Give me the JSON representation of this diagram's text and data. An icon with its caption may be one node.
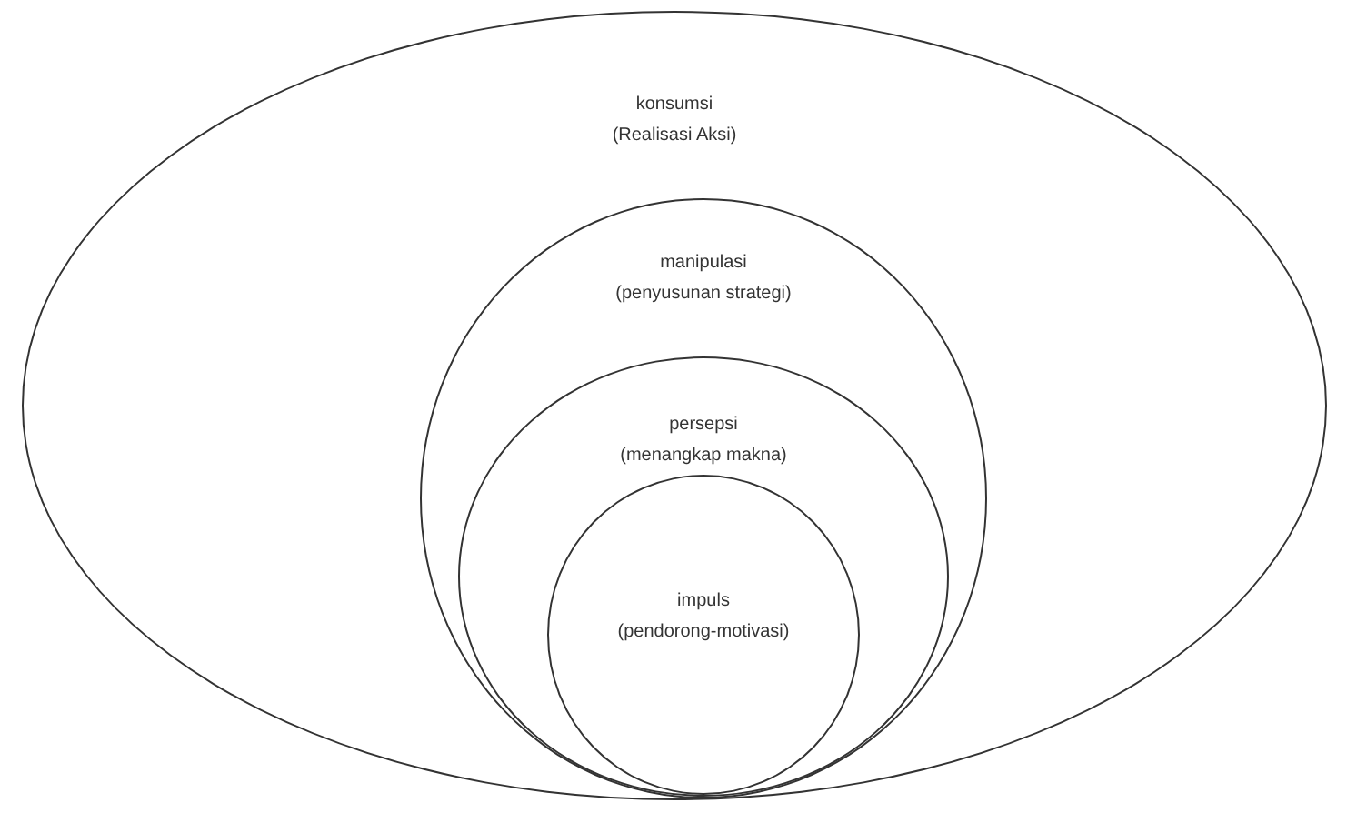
{
  "diagram": {
    "nodes": [
      {
        "text": [
          "konsumsi",
          "(Realisasi Aksi)"
        ]
      },
      {
        "text": [
          "manipulasi",
          "(penyusunan strategi)"
        ],
        "in": 0
      },
      {
        "text": [
          "persepsi",
          "(menangkap makna)"
        ],
        "in": 1
      },
      {
        "text": [
          "impuls",
          "(pendorong-motivasi)"
        ],
        "in": 2
      }
    ]
  }
}
